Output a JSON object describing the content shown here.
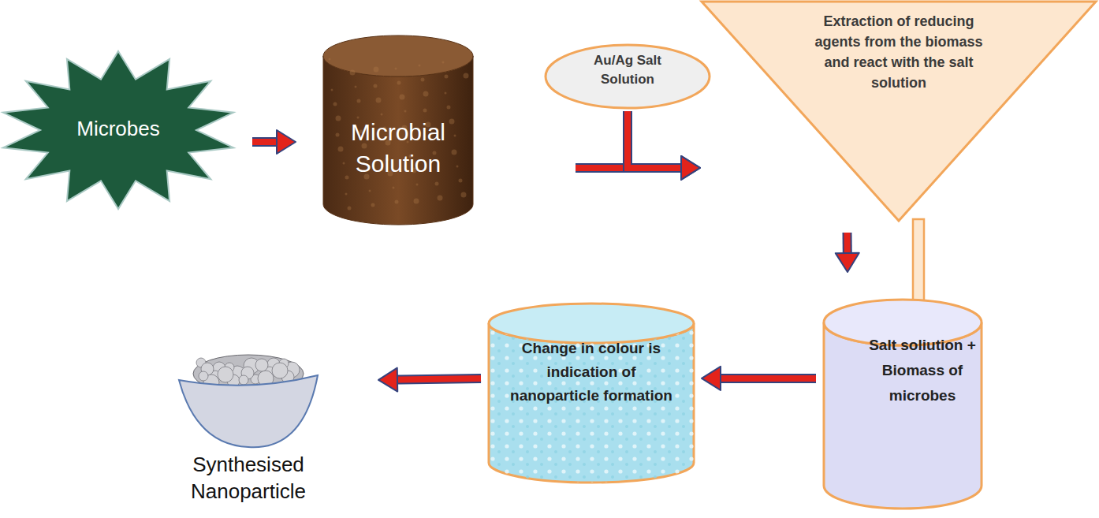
{
  "diagram": {
    "nodes": [
      {
        "text": [
          "Microbes"
        ]
      },
      {
        "text": [
          "Microbial Solution"
        ]
      },
      {
        "text": [
          "Au/Ag Salt Solution"
        ]
      },
      {
        "text": [
          "Extraction of reducing agents from the biomass and react with the salt solution"
        ]
      },
      {
        "text": [
          "Salt soliution + Biomass of microbes"
        ]
      },
      {
        "text": [
          "Change in colour is indication of nanoparticle formation"
        ]
      },
      {
        "text": [
          "Synthesised Nanoparticle"
        ]
      }
    ],
    "edges": [
      {
        "from": 0,
        "to": 1,
        "arrow": "to"
      },
      {
        "from": 1,
        "to": 3,
        "arrow": "to"
      },
      {
        "from": 2,
        "to": 3,
        "arrow": "to"
      },
      {
        "from": 3,
        "to": 4,
        "arrow": "to"
      },
      {
        "from": 4,
        "to": 5,
        "arrow": "to"
      },
      {
        "from": 5,
        "to": 6,
        "arrow": "to"
      }
    ]
  }
}
